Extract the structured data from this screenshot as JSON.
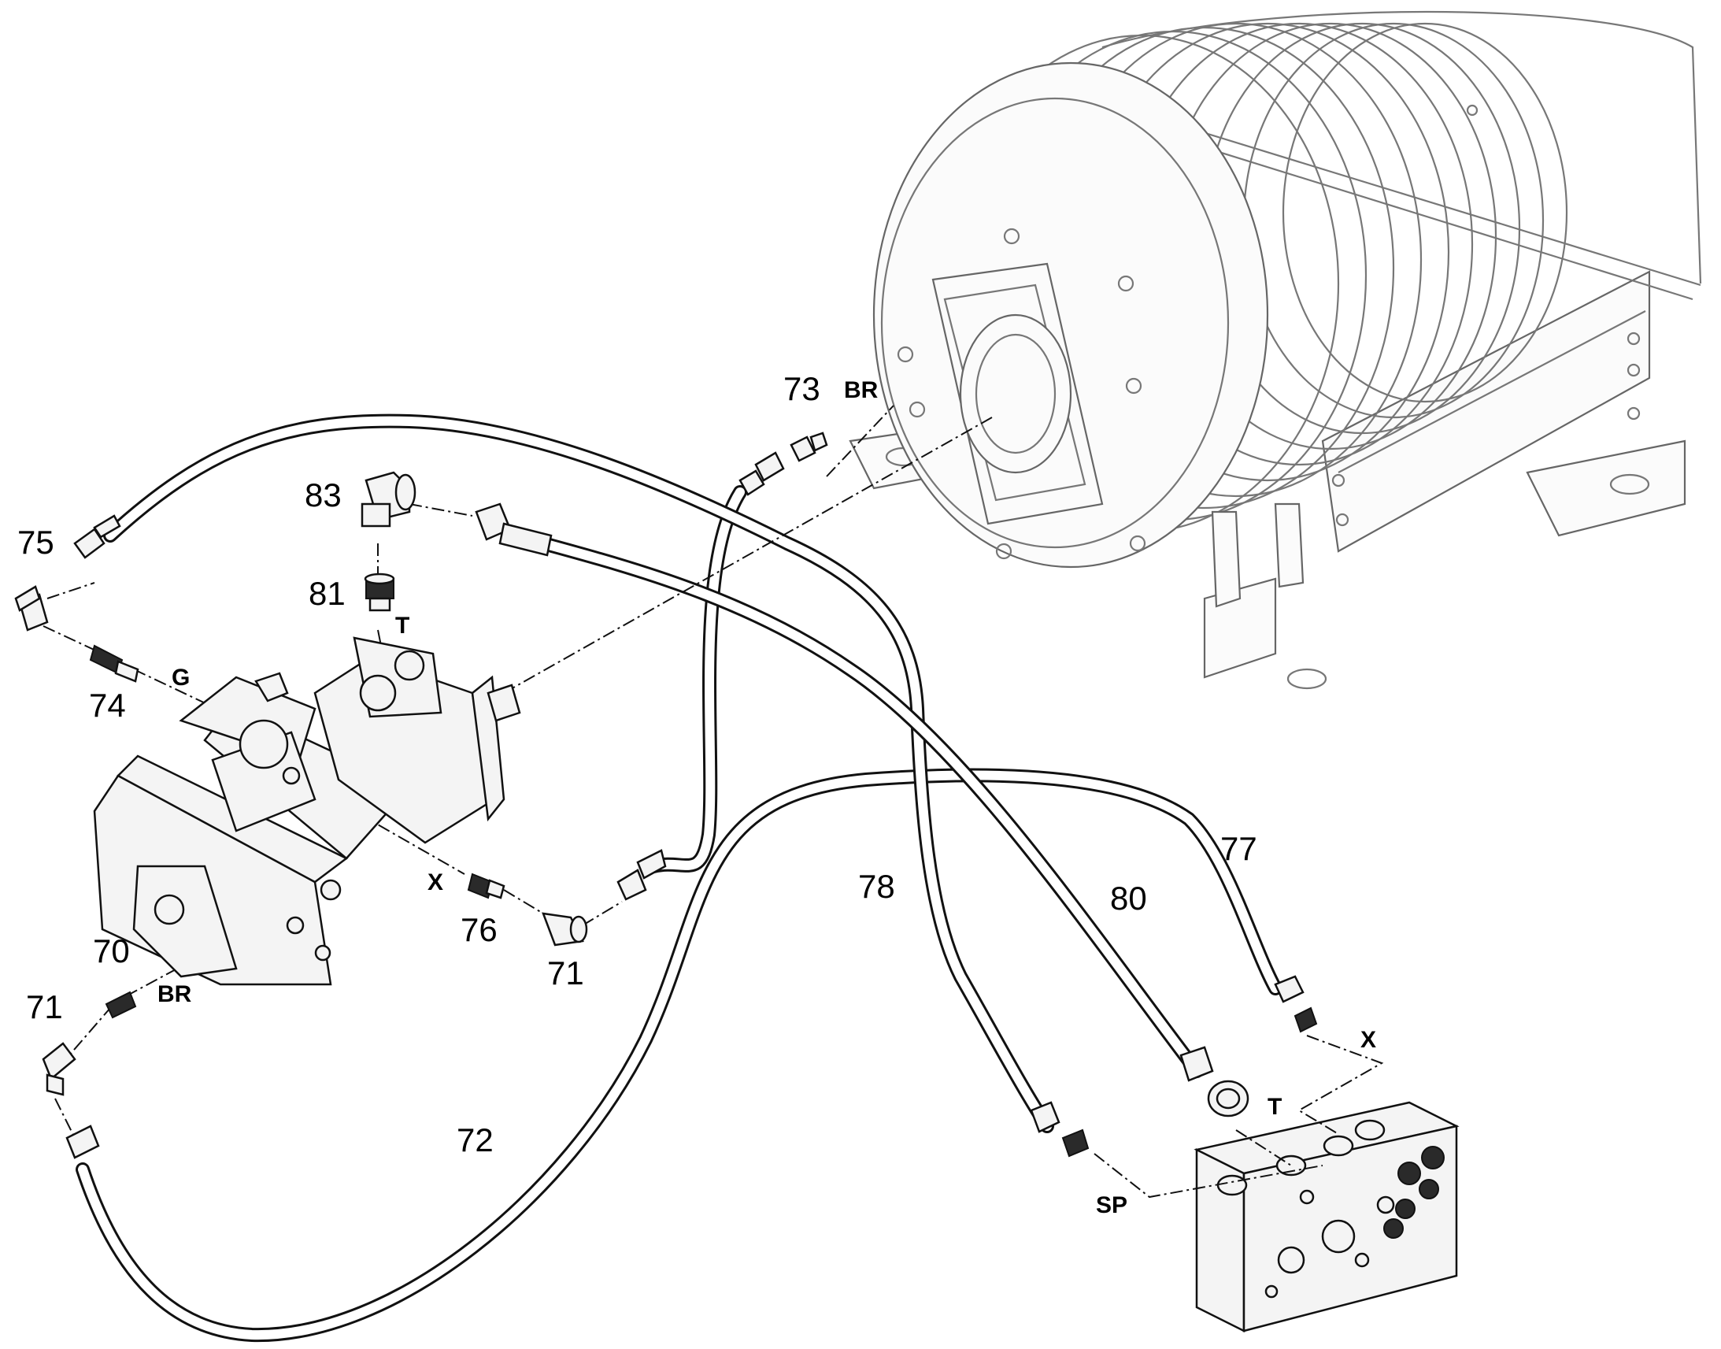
{
  "labels": {
    "n70": "70",
    "n71a": "71",
    "n71b": "71",
    "n72": "72",
    "n73": "73",
    "n74": "74",
    "n75": "75",
    "n76": "76",
    "n77": "77",
    "n78": "78",
    "n80": "80",
    "n81": "81",
    "n83": "83"
  },
  "ports": {
    "br_winch": "BR",
    "br_motor": "BR",
    "t_motor": "T",
    "g_port": "G",
    "x_motor": "X",
    "x_block": "X",
    "t_block": "T",
    "sp_block": "SP"
  }
}
